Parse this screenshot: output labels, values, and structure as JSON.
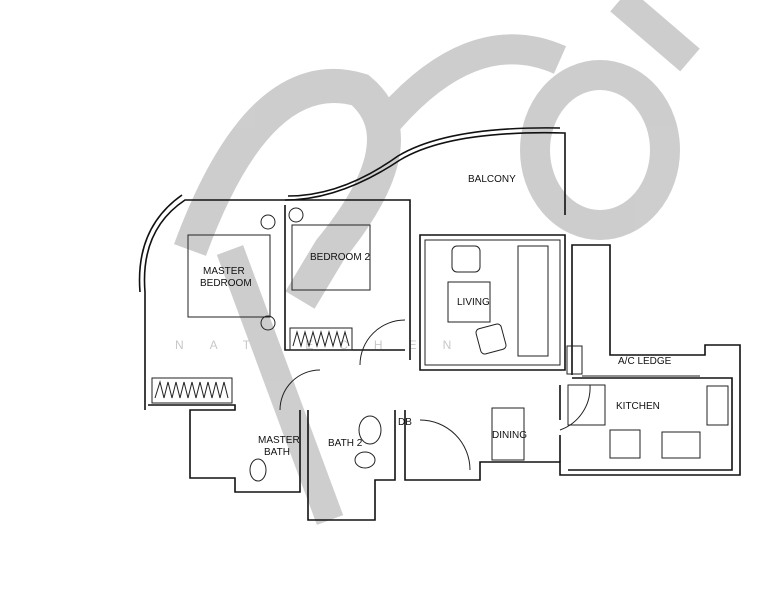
{
  "watermark": {
    "logo_text": "PrOp",
    "name_text": "NAT  ECHEN",
    "color": "#bdbdbd"
  },
  "rooms": {
    "master_bedroom": [
      "MASTER",
      "BEDROOM"
    ],
    "bedroom_2": "BEDROOM 2",
    "balcony": "BALCONY",
    "living": "LIVING",
    "ac_ledge": "A/C LEDGE",
    "kitchen": "KITCHEN",
    "dining": "DINING",
    "master_bath": [
      "MASTER",
      "BATH"
    ],
    "bath_2": "BATH 2",
    "db": "DB"
  }
}
